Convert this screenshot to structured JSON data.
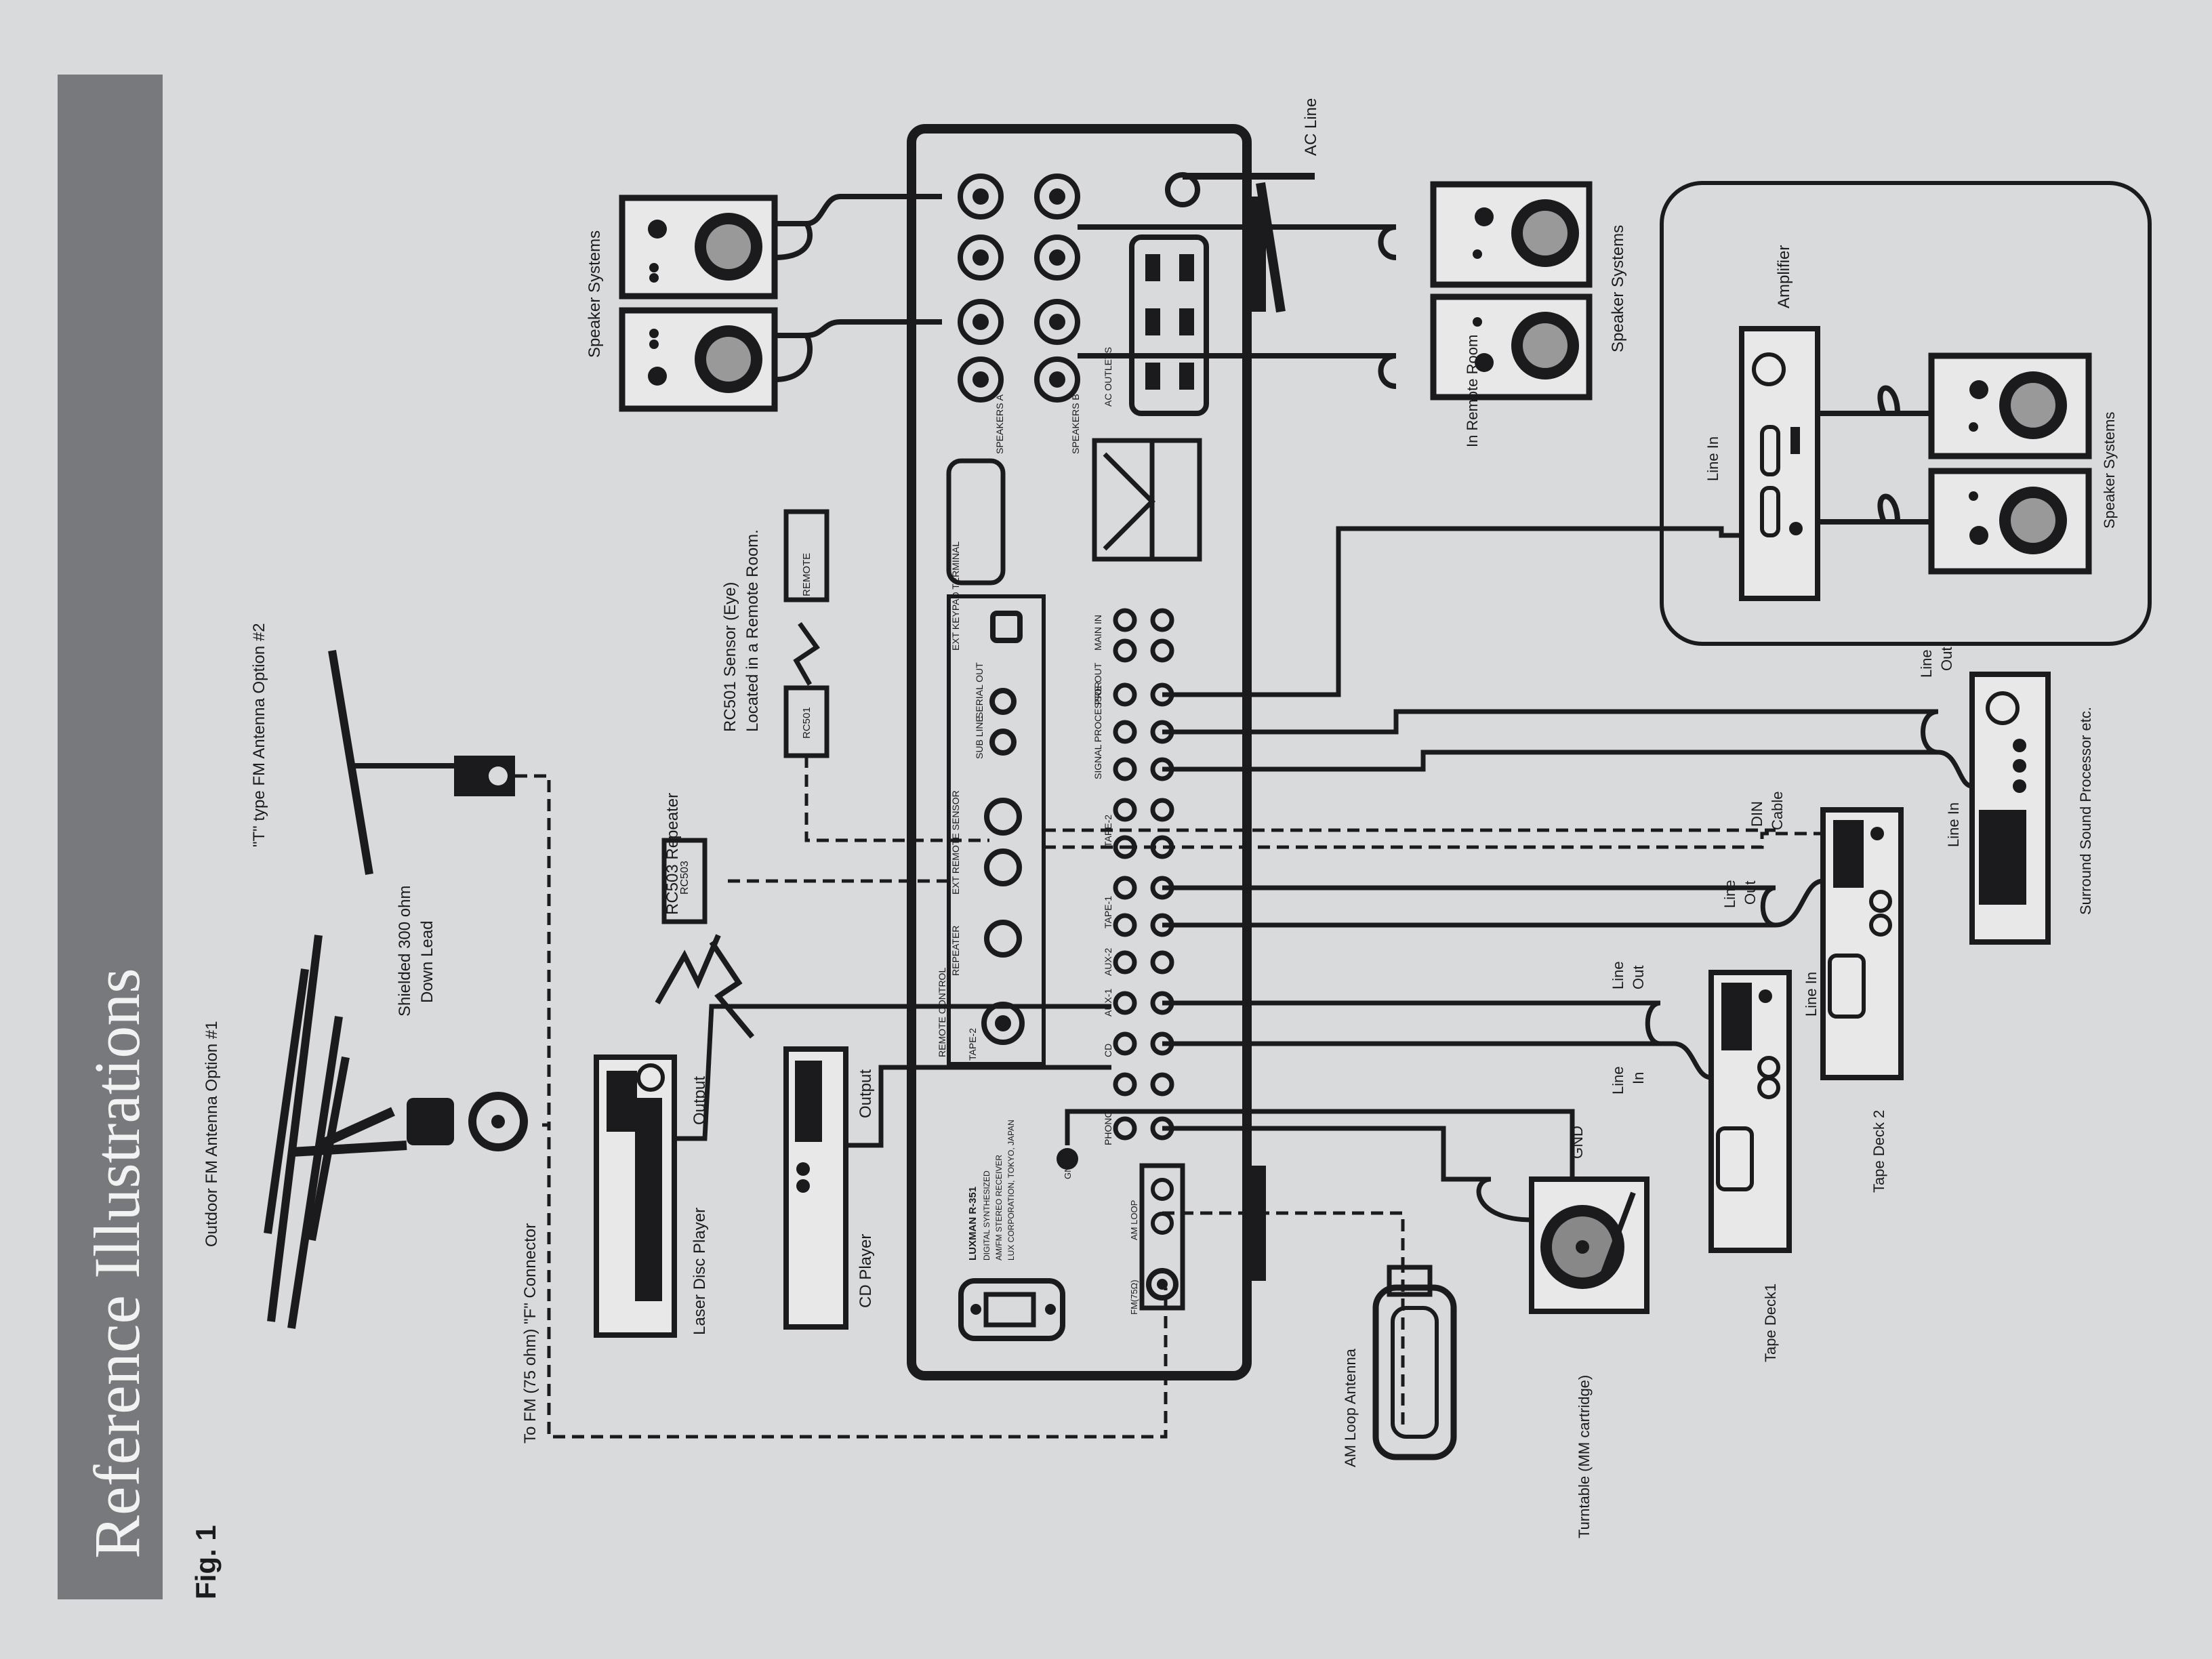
{
  "page": {
    "header": "Reference Illustrations",
    "figure_label": "Fig. 1"
  },
  "labels": {
    "outdoor_fm": "Outdoor FM Antenna Option #1",
    "t_type_fm": "\"T\" type FM Antenna Option #2",
    "shielded_1": "Shielded 300 ohm",
    "shielded_2": "Down Lead",
    "fm_connector": "To FM (75 ohm) \"F\" Connector",
    "rc503": "RC503 Repeater",
    "rc501_1": "RC501 Sensor (Eye)",
    "rc501_2": "Located in a Remote Room.",
    "rc501_box": "RC501",
    "remote_box": "REMOTE",
    "rc503_box": "RC503",
    "speakers_left": "Speaker Systems",
    "speakers_right": "Speaker Systems",
    "speakers_remote": "Speaker Systems",
    "ac_line": "AC Line",
    "amplifier": "Amplifier",
    "line_in_amp": "Line In",
    "in_remote_room": "In Remote Room",
    "laser_disc": "Laser Disc Player",
    "laser_output": "Output",
    "cd_player": "CD Player",
    "cd_output": "Output",
    "am_loop": "AM Loop Antenna",
    "turntable": "Turntable (MM cartridge)",
    "gnd": "GND",
    "tape1": "Tape Deck1",
    "tape1_line_out_1": "Line",
    "tape1_line_out_2": "Out",
    "tape1_line_in_1": "Line",
    "tape1_line_in_2": "In",
    "tape2": "Tape Deck 2",
    "tape2_line_out_1": "Line",
    "tape2_line_out_2": "Out",
    "tape2_line_in": "Line In",
    "din_1": "DIN",
    "din_2": "Cable",
    "surround": "Surround Sound Processor etc.",
    "surround_line_out_1": "Line",
    "surround_line_out_2": "Out",
    "surround_line_in": "Line In"
  },
  "receiver": {
    "brand": "LUXMAN R-351",
    "line2": "DIGITAL SYNTHESIZED",
    "line3": "AM/FM STEREO RECEIVER",
    "line4": "LUX CORPORATION, TOKYO, JAPAN",
    "speakers_a": "SPEAKERS A",
    "speakers_b": "SPEAKERS B",
    "remote_control": "REMOTE CONTROL",
    "tape2_small": "TAPE-2",
    "repeater": "REPEATER",
    "ext_remote_sensor": "EXT REMOTE SENSOR",
    "ext_keypad": "EXT KEYPAD TERMINAL",
    "sub_line": "SUB LINE",
    "serial_out": "SERIAL OUT",
    "phono": "PHONO",
    "cd": "CD",
    "aux1": "AUX-1",
    "aux2": "AUX-2",
    "tape1_jacks": "TAPE-1",
    "tape2_jacks": "TAPE-2",
    "signal_processor": "SIGNAL PROCESSOR",
    "pre_out": "PRE OUT",
    "main_in": "MAIN IN",
    "ac_outlets": "AC OUTLETS",
    "am_loop_term": "AM LOOP",
    "fm_term": "FM(75Ω)",
    "gnd_term": "GND"
  },
  "colors": {
    "paper": "#d9dadc",
    "ink": "#1b1b1d",
    "header_bar": "#77797d"
  }
}
